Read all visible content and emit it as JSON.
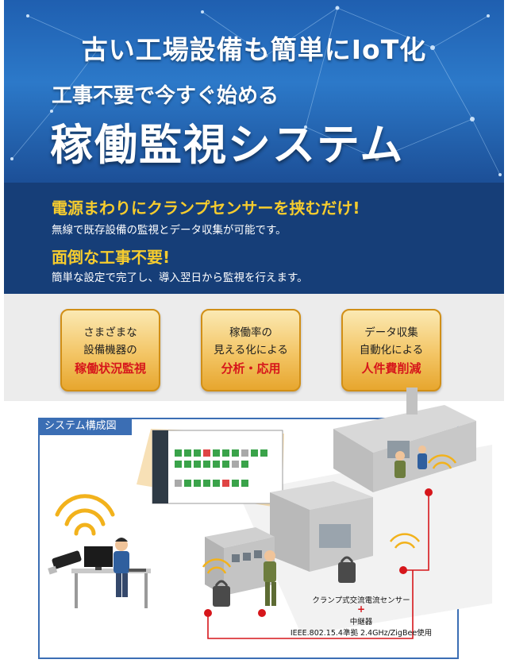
{
  "hero": {
    "line1": "古い工場設備も簡単にIoT化",
    "line2": "工事不要で今すぐ始める",
    "line3": "稼働監視システム"
  },
  "band": {
    "headline1": "電源まわりにクランプセンサーを挟むだけ!",
    "text1": "無線で既存設備の監視とデータ収集が可能です。",
    "headline2": "面倒な工事不要!",
    "text2": "簡単な設定で完了し、導入翌日から監視を行えます。"
  },
  "features": [
    {
      "line1": "さまざまな",
      "line2": "設備機器の",
      "highlight": "稼働状況監視"
    },
    {
      "line1": "稼働率の",
      "line2": "見える化による",
      "highlight": "分析・応用"
    },
    {
      "line1": "データ収集",
      "line2": "自動化による",
      "highlight": "人件費削減"
    }
  ],
  "diagram": {
    "label": "システム構成図",
    "caption_sensor": "クランプ式交流電流センサー",
    "caption_plus": "+",
    "caption_relay": "中継器",
    "caption_standard": "IEEE.802.15.4準拠 2.4GHz/ZigBee使用"
  },
  "colors": {
    "hero_blue": "#2c79c9",
    "band_navy": "#163e78",
    "headline_yellow": "#f6cc2e",
    "card_gold": "#f3c565",
    "accent_red": "#d6161b",
    "diagram_blue": "#3b6eb4",
    "status_green": "#3aa34a",
    "status_red": "#e04545",
    "status_gray": "#a9a9a9"
  }
}
